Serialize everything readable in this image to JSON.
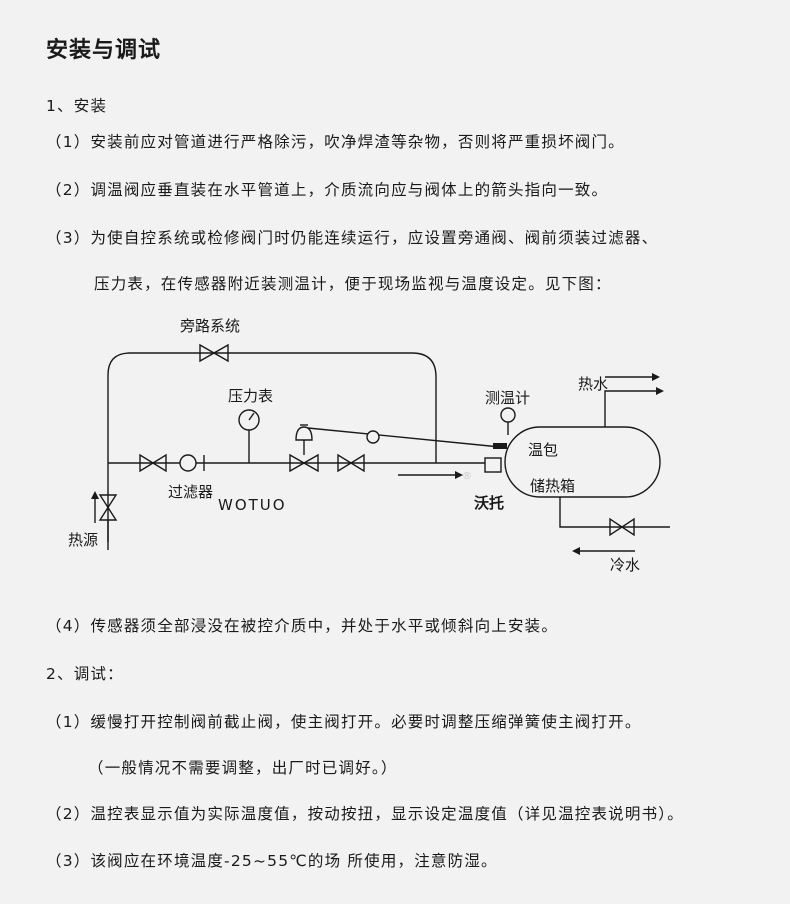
{
  "title": "安装与调试",
  "install": {
    "heading": "1、安装",
    "items": [
      "（1）安装前应对管道进行严格除污，吹净焊渣等杂物，否则将严重损坏阀门。",
      "（2）调温阀应垂直装在水平管道上，介质流向应与阀体上的箭头指向一致。",
      "（3）为使自控系统或检修阀门时仍能连续运行，应设置旁通阀、阀前须装过滤器、",
      "压力表，在传感器附近装测温计，便于现场监视与温度设定。见下图："
    ],
    "item4": "（4）传感器须全部浸没在被控介质中，并处于水平或倾斜向上安装。"
  },
  "diagram": {
    "bypass": "旁路系统",
    "pressure_gauge": "压力表",
    "thermometer": "测温计",
    "hot_water": "热水",
    "bulb": "温包",
    "tank": "储热箱",
    "filter": "过滤器",
    "heat_source": "热源",
    "cold_water": "冷水",
    "watermark_latin": "WOTUO",
    "watermark_cn": "沃托",
    "watermark_mark": "®"
  },
  "debug": {
    "heading": "2、调试：",
    "items": [
      "（1）缓慢打开控制阀前截止阀，使主阀打开。必要时调整压缩弹簧使主阀打开。",
      "（一般情况不需要调整，出厂时已调好。）",
      "（2）温控表显示值为实际温度值，按动按扭，显示设定温度值（详见温控表说明书）。",
      "（3）该阀应在环境温度-25~55℃的场 所使用，注意防湿。"
    ]
  }
}
